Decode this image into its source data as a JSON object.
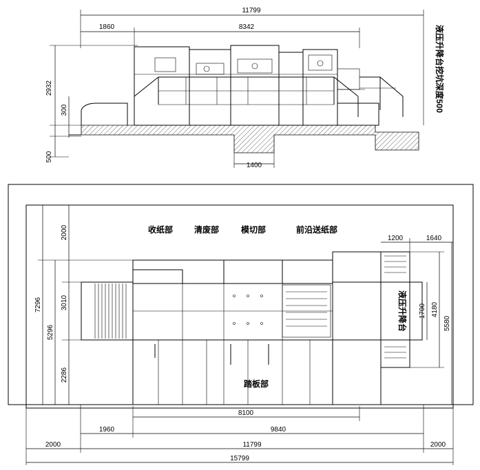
{
  "diagram": {
    "side_view": {
      "dim_total_width": "11799",
      "dim_left_section": "1860",
      "dim_main_section": "8342",
      "dim_height": "2932",
      "dim_pit_depth_label": "300",
      "dim_floor_offset": "500",
      "dim_pit_width": "1400",
      "note_vertical": "液压升降台挖坑深度500"
    },
    "plan_view": {
      "section_labels": [
        "收纸部",
        "清废部",
        "模切部",
        "前沿送纸部"
      ],
      "pedal_label": "踏板部",
      "lift_label": "液压升降台",
      "dim_top_margin": "2000",
      "dim_total_height": "7296",
      "dim_machine_height": "5296",
      "dim_upper_depth": "3010",
      "dim_lower_depth": "2286",
      "dim_right_a": "1200",
      "dim_right_b": "1640",
      "dim_lift_height": "1700",
      "dim_right_height": "4180",
      "dim_right_total": "5580",
      "dim_pedal_width": "8100",
      "dim_left_offset": "1960",
      "dim_right_run": "9840",
      "dim_margin_left": "2000",
      "dim_machine_width": "11799",
      "dim_margin_right": "2000",
      "dim_overall_width": "15799"
    }
  }
}
